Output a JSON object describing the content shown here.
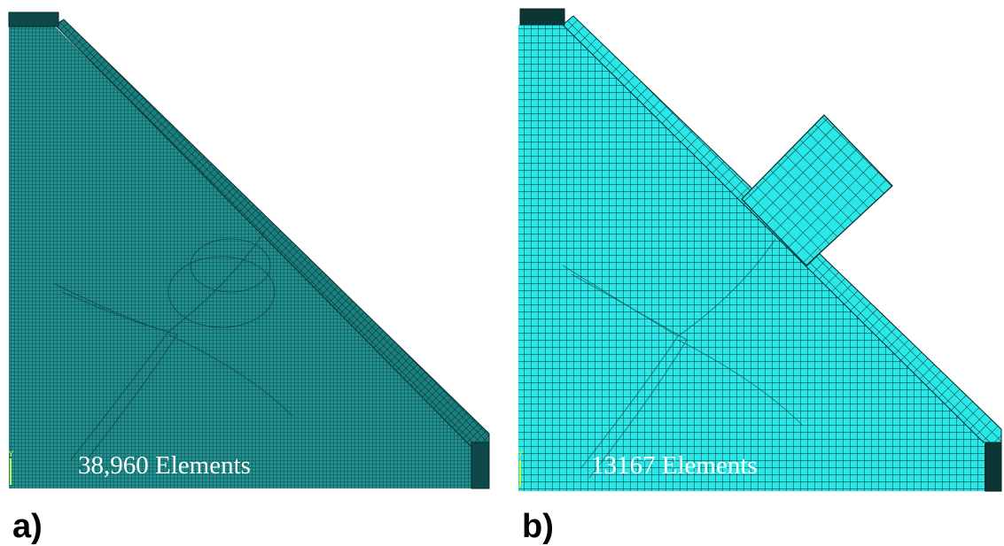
{
  "colors": {
    "mesh_a_fill": "#1f8f8f",
    "mesh_b_fill": "#2be8e8",
    "mesh_line": "#0a2626",
    "triad_y": "#c8f03c",
    "label_text": "#ffffff"
  },
  "panel_a": {
    "label": "a)",
    "element_count": "38,960 Elements",
    "triad_axis": "Y"
  },
  "panel_b": {
    "label": "b)",
    "element_count": "13167 Elements",
    "triad_axis": "Y"
  }
}
